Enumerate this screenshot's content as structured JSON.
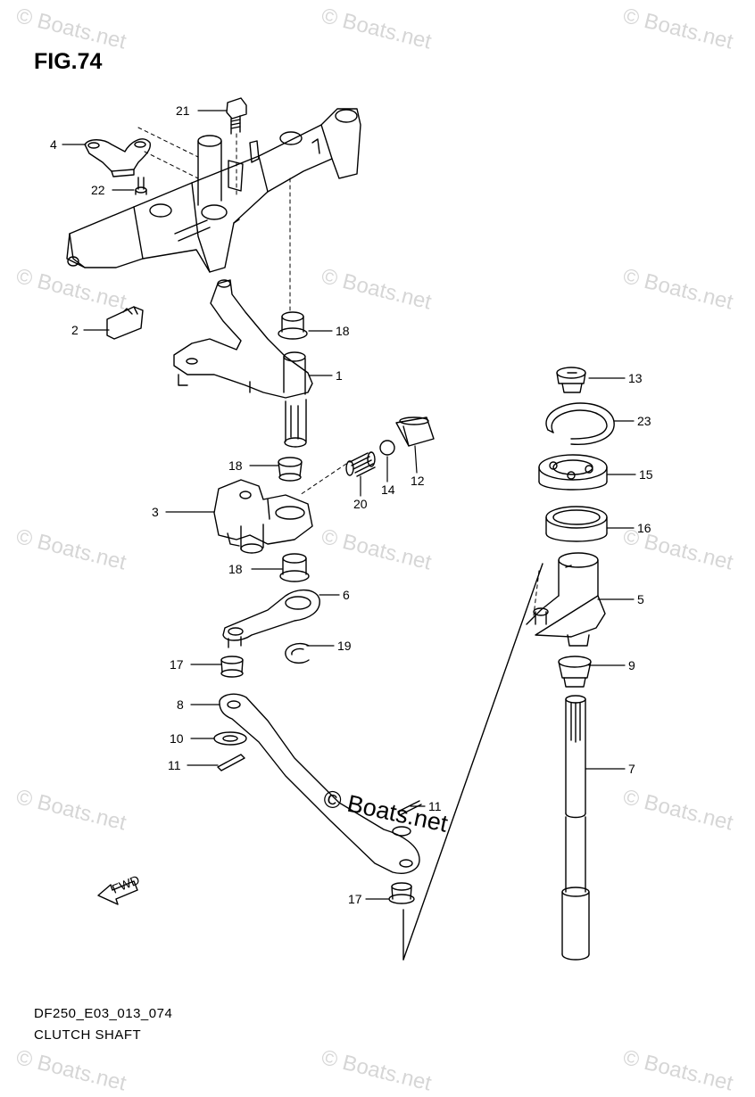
{
  "figure": {
    "title": "FIG.74",
    "code": "DF250_E03_013_074",
    "name": "CLUTCH SHAFT",
    "watermark": "© Boats.net",
    "direction_label": "FWD"
  },
  "callouts": [
    "21",
    "4",
    "22",
    "2",
    "18",
    "1",
    "13",
    "23",
    "15",
    "16",
    "18",
    "14",
    "12",
    "20",
    "3",
    "18",
    "6",
    "5",
    "19",
    "17",
    "9",
    "8",
    "10",
    "11",
    "7",
    "11",
    "17"
  ]
}
